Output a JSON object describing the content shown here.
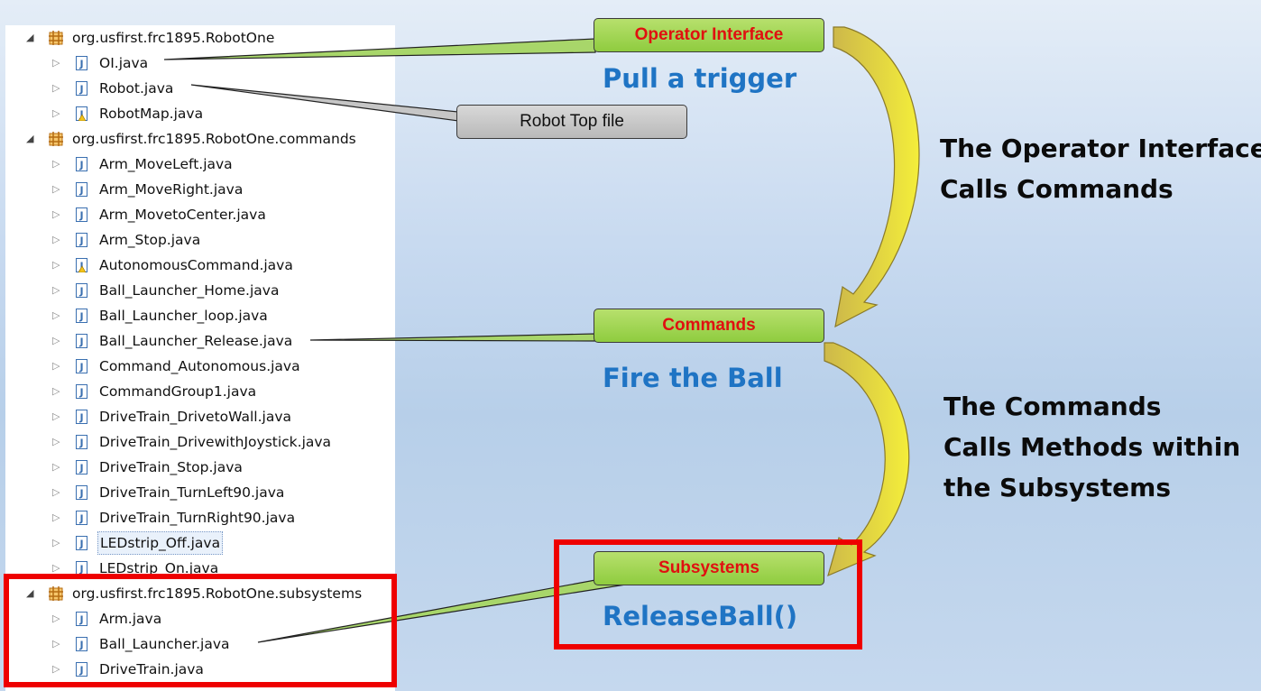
{
  "tree": {
    "package_1": {
      "name": "org.usfirst.frc1895.RobotOne",
      "files": [
        "OI.java",
        "Robot.java",
        "RobotMap.java"
      ]
    },
    "package_2": {
      "name": "org.usfirst.frc1895.RobotOne.commands",
      "files": [
        "Arm_MoveLeft.java",
        "Arm_MoveRight.java",
        "Arm_MovetoCenter.java",
        "Arm_Stop.java",
        "AutonomousCommand.java",
        "Ball_Launcher_Home.java",
        "Ball_Launcher_loop.java",
        "Ball_Launcher_Release.java",
        "Command_Autonomous.java",
        "CommandGroup1.java",
        "DriveTrain_DrivetoWall.java",
        "DriveTrain_DrivewithJoystick.java",
        "DriveTrain_Stop.java",
        "DriveTrain_TurnLeft90.java",
        "DriveTrain_TurnRight90.java",
        "LEDstrip_Off.java",
        "LEDstrip_On.java"
      ]
    },
    "package_3": {
      "name": "org.usfirst.frc1895.RobotOne.subsystems",
      "files": [
        "Arm.java",
        "Ball_Launcher.java",
        "DriveTrain.java"
      ]
    },
    "selected_file": "LEDstrip_Off.java"
  },
  "callouts": {
    "operator_interface": "Operator Interface",
    "robot_top_file": "Robot Top file",
    "commands": "Commands",
    "subsystems": "Subsystems"
  },
  "captions": {
    "pull_trigger": "Pull a trigger",
    "fire_ball": "Fire the Ball",
    "release_ball": "ReleaseBall()"
  },
  "descriptions": {
    "oi_line1": "The Operator Interface",
    "oi_line2": "Calls Commands",
    "cmd_line1": "The Commands",
    "cmd_line2": "Calls Methods within",
    "cmd_line3": "the Subsystems"
  },
  "colors": {
    "callout_green": "#9bd14f",
    "callout_text_red": "#e01010",
    "caption_blue": "#1f74c4",
    "highlight_red": "#ee0000",
    "arrow_yellow": "#f2ec3c"
  },
  "icons": {
    "package": "package-icon",
    "java_file": "java-file-icon",
    "java_file_warning": "java-file-warning-icon",
    "expanded": "expanded-triangle-icon",
    "collapsed": "collapsed-triangle-icon"
  }
}
